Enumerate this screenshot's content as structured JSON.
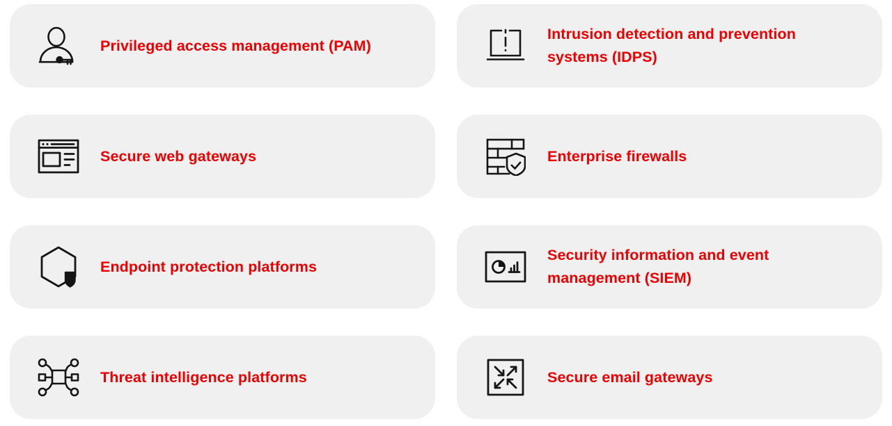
{
  "theme": {
    "page_background": "#ffffff",
    "card_background": "#f0f0f0",
    "label_color": "#ee0000",
    "icon_color": "#151515"
  },
  "cards": [
    {
      "label": "Privileged access management (PAM)",
      "icon": "person-with-key-icon",
      "lines": 1
    },
    {
      "label": "Intrusion detection and prevention systems (IDPS)",
      "icon": "laptop-alert-icon",
      "lines": 2
    },
    {
      "label": "Secure web gateways",
      "icon": "browser-window-icon",
      "lines": 1
    },
    {
      "label": "Enterprise firewalls",
      "icon": "brick-wall-shield-icon",
      "lines": 1
    },
    {
      "label": "Endpoint protection platforms",
      "icon": "hexagon-shield-icon",
      "lines": 1
    },
    {
      "label": "Security information and event management (SIEM)",
      "icon": "dashboard-charts-icon",
      "lines": 2
    },
    {
      "label": "Threat intelligence platforms",
      "icon": "network-nodes-icon",
      "lines": 1
    },
    {
      "label": "Secure email gateways",
      "icon": "expand-arrows-square-icon",
      "lines": 1
    }
  ]
}
